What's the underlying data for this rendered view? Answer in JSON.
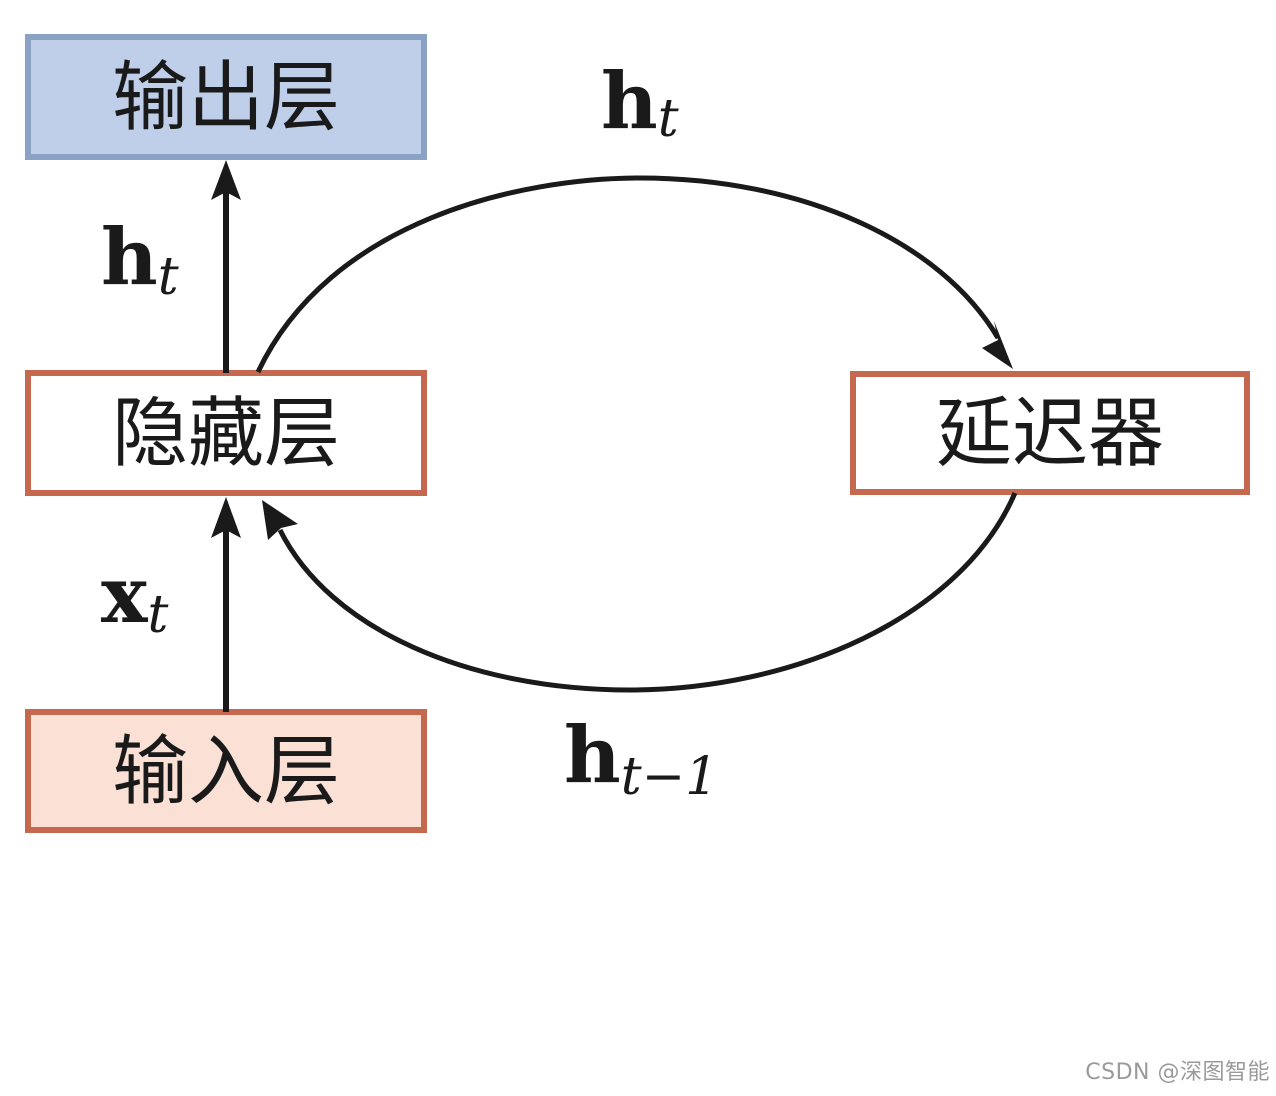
{
  "diagram": {
    "boxes": {
      "output": {
        "label": "输出层",
        "fill": "#bfcfe9",
        "stroke": "#8aa2c4"
      },
      "hidden": {
        "label": "隐藏层",
        "fill": "#ffffff",
        "stroke": "#c4684f"
      },
      "input": {
        "label": "输入层",
        "fill": "#fbe0d6",
        "stroke": "#c4684f"
      },
      "delay": {
        "label": "延迟器",
        "fill": "#ffffff",
        "stroke": "#c4684f"
      }
    },
    "labels": {
      "ht_top": {
        "main": "h",
        "sub": "t"
      },
      "ht_left": {
        "main": "h",
        "sub": "t"
      },
      "xt_left": {
        "main": "x",
        "sub": "t"
      },
      "ht1_bottom": {
        "main": "h",
        "sub": "t−1"
      }
    },
    "arrow_color": "#1a1a1a"
  },
  "watermark": "CSDN @深图智能"
}
